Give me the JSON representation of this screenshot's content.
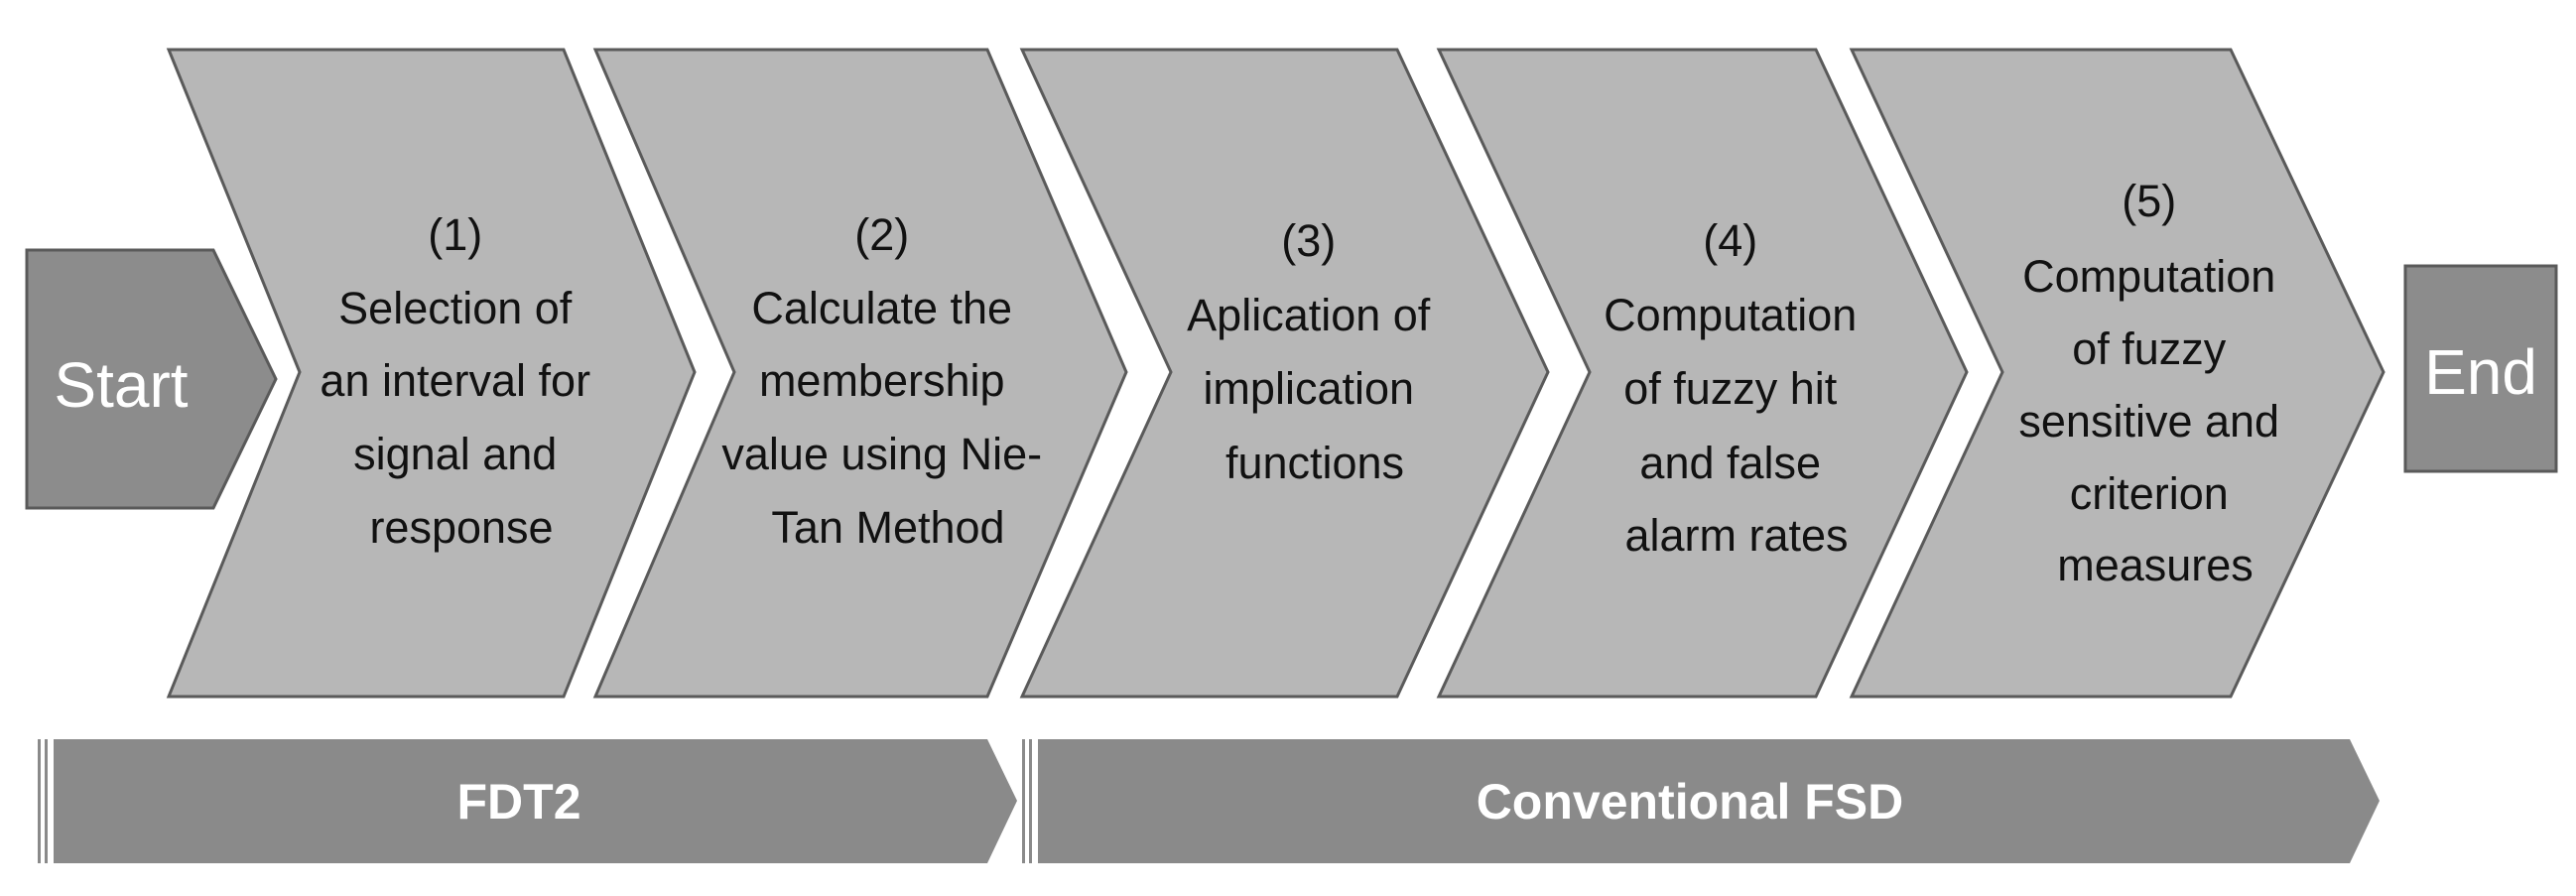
{
  "diagram": {
    "start_label": "Start",
    "end_label": "End",
    "steps": [
      {
        "number": "(1)",
        "lines": [
          "Selection of",
          "an interval for",
          "signal and",
          "response"
        ]
      },
      {
        "number": "(2)",
        "lines": [
          "Calculate the",
          "membership",
          "value using Nie-",
          "Tan Method"
        ]
      },
      {
        "number": "(3)",
        "lines": [
          "Aplication of",
          "implication",
          "functions"
        ]
      },
      {
        "number": "(4)",
        "lines": [
          "Computation",
          "of fuzzy hit",
          "and false",
          "alarm rates"
        ]
      },
      {
        "number": "(5)",
        "lines": [
          "Computation",
          "of fuzzy",
          "sensitive and",
          "criterion",
          "measures"
        ]
      }
    ],
    "bands": [
      {
        "label": "FDT2"
      },
      {
        "label": "Conventional FSD"
      }
    ],
    "colors": {
      "step_fill": "#b7b7b7",
      "terminal_fill": "#8c8c8c",
      "band_fill": "#8a8a8a",
      "outline": "#5a5a5a"
    }
  }
}
